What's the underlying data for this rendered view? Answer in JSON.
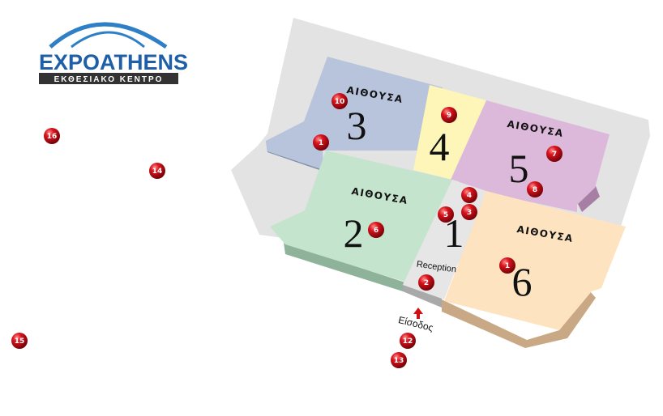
{
  "logo": {
    "part1": "EXPO",
    "part2": "ATHENS",
    "subtitle": "ΕΚΘΕΣΙΑΚΟ ΚΕΝΤΡΟ",
    "colors": {
      "blue": "#1f5fa8",
      "gray": "#444444",
      "arch": "#2f7fc6"
    }
  },
  "halls": [
    {
      "id": "3",
      "label": "ΑΙΘΟΥΣΑ",
      "number": "3",
      "color": "#b8c4dc"
    },
    {
      "id": "4",
      "label": "",
      "number": "4",
      "color": "#fdf6b8"
    },
    {
      "id": "5",
      "label": "ΑΙΘΟΥΣΑ",
      "number": "5",
      "color": "#dcb9db"
    },
    {
      "id": "2",
      "label": "ΑΙΘΟΥΣΑ",
      "number": "2",
      "color": "#c4e4cd"
    },
    {
      "id": "1",
      "label": "",
      "number": "1",
      "color": "#e6e6e6"
    },
    {
      "id": "6",
      "label": "ΑΙΘΟΥΣΑ",
      "number": "6",
      "color": "#fde3c0"
    }
  ],
  "reception": "Reception",
  "entrance": "Είσοδος",
  "colors": {
    "marker": "#c4121b",
    "entrance_arrow": "#d01010",
    "ground": "#e3e3e3"
  },
  "markers": [
    "1",
    "2",
    "3",
    "4",
    "5",
    "6",
    "7",
    "8",
    "9",
    "10",
    "11",
    "12",
    "13",
    "14",
    "15",
    "16"
  ]
}
